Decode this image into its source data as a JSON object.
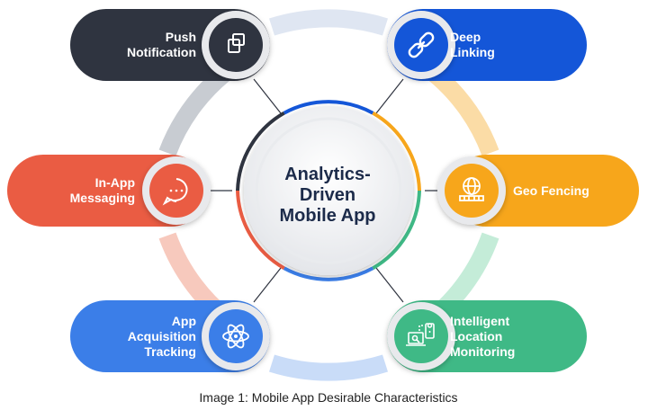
{
  "center": {
    "line1": "Analytics-",
    "line2": "Driven",
    "line3": "Mobile App"
  },
  "nodes": [
    {
      "id": "push",
      "line1": "Push",
      "line2": "Notification",
      "line3": "",
      "color": "#2f3440",
      "icon": "push-notification-icon"
    },
    {
      "id": "deep",
      "line1": "Deep",
      "line2": "Linking",
      "line3": "",
      "color": "#1456d8",
      "icon": "link-icon"
    },
    {
      "id": "inapp",
      "line1": "In-App",
      "line2": "Messaging",
      "line3": "",
      "color": "#ea5c43",
      "icon": "chat-bubble-icon"
    },
    {
      "id": "geo",
      "line1": "Geo Fencing",
      "line2": "",
      "line3": "",
      "color": "#f7a61b",
      "icon": "geo-fence-icon"
    },
    {
      "id": "acq",
      "line1": "App",
      "line2": "Acquisition",
      "line3": "Tracking",
      "color": "#3b7ee8",
      "icon": "atom-icon"
    },
    {
      "id": "loc",
      "line1": "Intelligent",
      "line2": "Location",
      "line3": "Monitoring",
      "color": "#3fb986",
      "icon": "location-devices-icon"
    }
  ],
  "caption": "Image 1: Mobile App Desirable Characteristics"
}
